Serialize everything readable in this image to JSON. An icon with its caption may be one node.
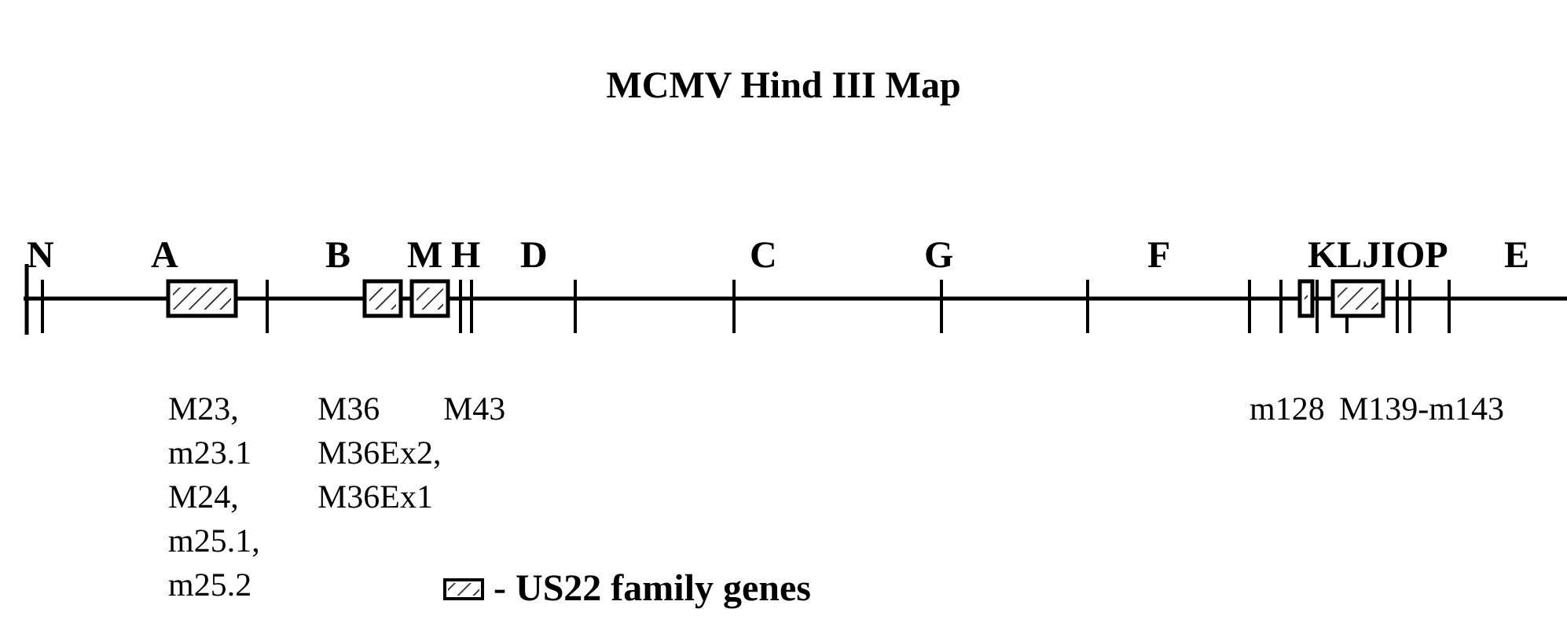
{
  "diagram": {
    "title": "MCMV Hind III Map",
    "labels": [
      "N",
      "A",
      "B",
      "M",
      "H",
      "D",
      "C",
      "G",
      "F",
      "KLJI",
      "OP",
      "E",
      "M23,",
      "m23.1",
      "M24,",
      "m25.1,",
      "m25.2",
      "M36",
      "M36Ex2,",
      "M36Ex1",
      "M43",
      "m128",
      "M139-m143"
    ],
    "legend": [
      {
        "text": "- US22 family genes"
      }
    ]
  }
}
